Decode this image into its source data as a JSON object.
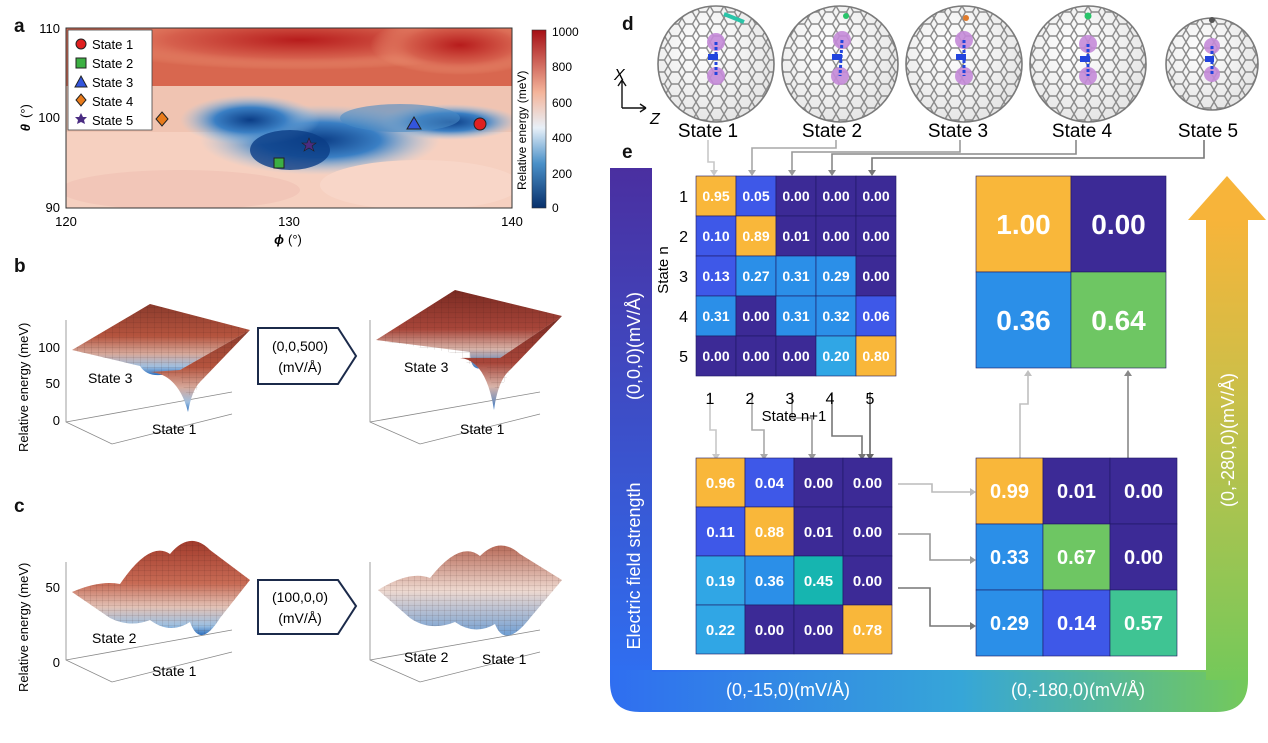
{
  "panels": {
    "a": "a",
    "b": "b",
    "c": "c",
    "d": "d",
    "e": "e"
  },
  "panel_a": {
    "ylabel_sym": "θ",
    "ylabel_unit": "(°)",
    "xlabel_sym": "ϕ",
    "xlabel_unit": "(°)",
    "x_ticks": [
      "120",
      "130",
      "140"
    ],
    "y_ticks": [
      "110",
      "100",
      "90"
    ],
    "legend": [
      "State 1",
      "State 2",
      "State 3",
      "State 4",
      "State 5"
    ],
    "colorbar_label": "Relative energy (meV)",
    "colorbar_ticks": [
      "1000",
      "800",
      "600",
      "400",
      "200",
      "0"
    ]
  },
  "panel_b": {
    "ylabel": "Relative energy (meV)",
    "z_ticks": [
      "100",
      "50",
      "0"
    ],
    "field": "(0,0,500)",
    "field_unit": "(mV/Å)",
    "left_state_top": "State 3",
    "left_state_bottom": "State 1",
    "right_state_top": "State 3",
    "right_state_bottom": "State 1"
  },
  "panel_c": {
    "ylabel": "Relative energy (meV)",
    "z_ticks": [
      "50",
      "0"
    ],
    "field": "(100,0,0)",
    "field_unit": "(mV/Å)",
    "left_state_top": "State 2",
    "left_state_bottom": "State 1",
    "right_state_left": "State 2",
    "right_state_right": "State 1"
  },
  "panel_d": {
    "axis_x": "X",
    "axis_z": "Z",
    "states": [
      "State 1",
      "State 2",
      "State 3",
      "State 4",
      "State 5"
    ]
  },
  "panel_e": {
    "left_label": "Electric field strength",
    "left_field": "(0,0,0)(mV/Å)",
    "bottom_field_1": "(0,-15,0)(mV/Å)",
    "bottom_field_2": "(0,-180,0)(mV/Å)",
    "right_field": "(0,-280,0)(mV/Å)",
    "axis_state_n": "State n",
    "axis_state_n1": "State n+1",
    "row_labels": [
      "1",
      "2",
      "3",
      "4",
      "5"
    ],
    "col_labels": [
      "1",
      "2",
      "3",
      "4",
      "5"
    ]
  },
  "chart_data": [
    {
      "type": "heatmap",
      "id": "matrix-0-0-0",
      "values": [
        [
          "0.95",
          "0.05",
          "0.00",
          "0.00",
          "0.00"
        ],
        [
          "0.10",
          "0.89",
          "0.01",
          "0.00",
          "0.00"
        ],
        [
          "0.13",
          "0.27",
          "0.31",
          "0.29",
          "0.00"
        ],
        [
          "0.31",
          "0.00",
          "0.31",
          "0.32",
          "0.06"
        ],
        [
          "0.00",
          "0.00",
          "0.00",
          "0.20",
          "0.80"
        ]
      ]
    },
    {
      "type": "heatmap",
      "id": "matrix-0-15-0",
      "values": [
        [
          "0.96",
          "0.04",
          "0.00",
          "0.00"
        ],
        [
          "0.11",
          "0.88",
          "0.01",
          "0.00"
        ],
        [
          "0.19",
          "0.36",
          "0.45",
          "0.00"
        ],
        [
          "0.22",
          "0.00",
          "0.00",
          "0.78"
        ]
      ]
    },
    {
      "type": "heatmap",
      "id": "matrix-0-180-0",
      "values": [
        [
          "0.99",
          "0.01",
          "0.00"
        ],
        [
          "0.33",
          "0.67",
          "0.00"
        ],
        [
          "0.29",
          "0.14",
          "0.57"
        ]
      ]
    },
    {
      "type": "heatmap",
      "id": "matrix-0-280-0",
      "values": [
        [
          "1.00",
          "0.00"
        ],
        [
          "0.36",
          "0.64"
        ]
      ]
    }
  ],
  "colors": {
    "yellow": "#f9b73a",
    "navy": "#3c2a96",
    "blue": "#3e58e8",
    "skyblue": "#2b8fe8",
    "lightblue": "#30a6e5",
    "teal": "#16b5b0",
    "green": "#6ec663",
    "seagreen": "#3fc493"
  }
}
